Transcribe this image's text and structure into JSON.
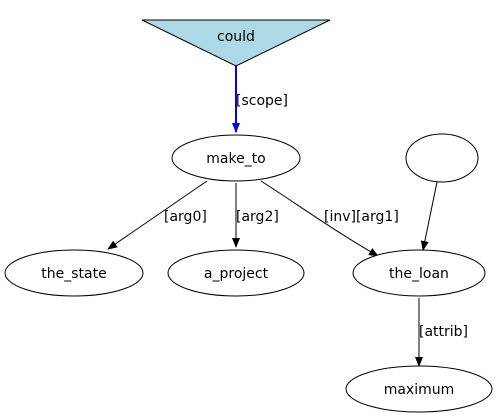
{
  "diagram": {
    "colors": {
      "root_fill": "#add8e6",
      "scope_edge": "#0000ff",
      "node_stroke": "#000000",
      "edge": "#000000"
    },
    "nodes": {
      "could": "could",
      "make_to": "make_to",
      "anonymous": "",
      "the_state": "the_state",
      "a_project": "a_project",
      "the_loan": "the_loan",
      "maximum": "maximum"
    },
    "edges": [
      {
        "from": "could",
        "to": "make_to",
        "label": "[scope]"
      },
      {
        "from": "make_to",
        "to": "the_state",
        "label": "[arg0]"
      },
      {
        "from": "make_to",
        "to": "a_project",
        "label": "[arg2]"
      },
      {
        "from": "make_to",
        "to": "the_loan",
        "label": "[inv][arg1]"
      },
      {
        "from": "anonymous",
        "to": "the_loan",
        "label": ""
      },
      {
        "from": "the_loan",
        "to": "maximum",
        "label": "[attrib]"
      }
    ]
  }
}
